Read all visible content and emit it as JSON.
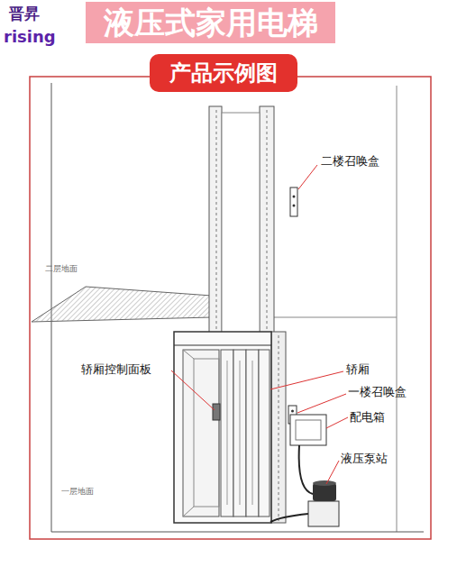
{
  "diagram": {
    "title": "液压式家用电梯",
    "nodes": [
      {
        "text": [
          "产品示例图"
        ]
      }
    ],
    "labels": [
      "晋昇",
      "rising",
      "二楼召唤盒",
      "二层地面",
      "轿厢控制面板",
      "轿厢",
      "一楼召唤盒",
      "配电箱",
      "液压泵站",
      "一层地面"
    ]
  }
}
